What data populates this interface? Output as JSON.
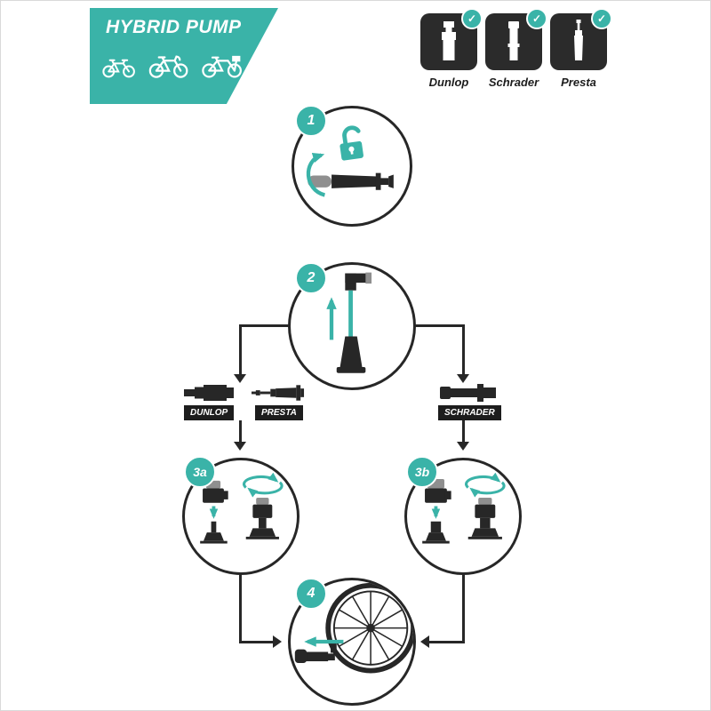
{
  "colors": {
    "teal": "#3AB3A8",
    "dark": "#272727"
  },
  "banner": {
    "title": "HYBRID PUMP"
  },
  "icons": {
    "check": "✓"
  },
  "compatibility": {
    "cards": [
      {
        "label": "Dunlop"
      },
      {
        "label": "Schrader"
      },
      {
        "label": "Presta"
      }
    ]
  },
  "steps": {
    "s1": "1",
    "s2": "2",
    "s3a": "3a",
    "s3b": "3b",
    "s4": "4"
  },
  "branches": {
    "dunlop": "DUNLOP",
    "presta": "PRESTA",
    "schrader": "SCHRADER"
  }
}
